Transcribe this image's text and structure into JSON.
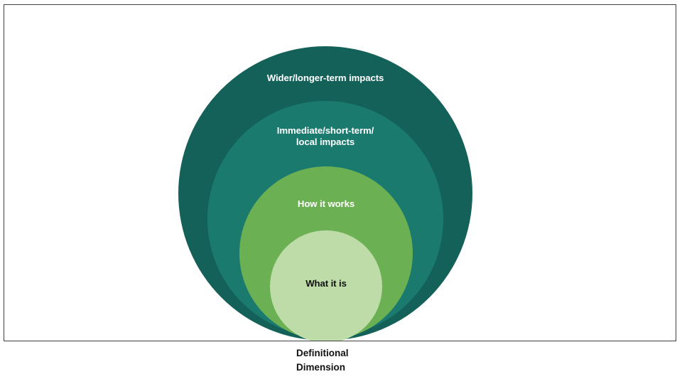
{
  "diagram": {
    "type": "concentric-circles",
    "caption": "Definitional\nDimension",
    "frame_border_color": "#3f3f3f",
    "background": "#ffffff",
    "rings": [
      {
        "id": "ring-1",
        "label": "Wider/longer-term impacts",
        "color": "#14615a",
        "text_color": "#ffffff",
        "level": 4
      },
      {
        "id": "ring-2",
        "label": "Immediate/short-term/\nlocal impacts",
        "color": "#1a7a6e",
        "text_color": "#ffffff",
        "level": 3
      },
      {
        "id": "ring-3",
        "label": "How it works",
        "color": "#6cb054",
        "text_color": "#ffffff",
        "level": 2
      },
      {
        "id": "ring-4",
        "label": "What it is",
        "color": "#bddca8",
        "text_color": "#111111",
        "level": 1
      }
    ]
  }
}
